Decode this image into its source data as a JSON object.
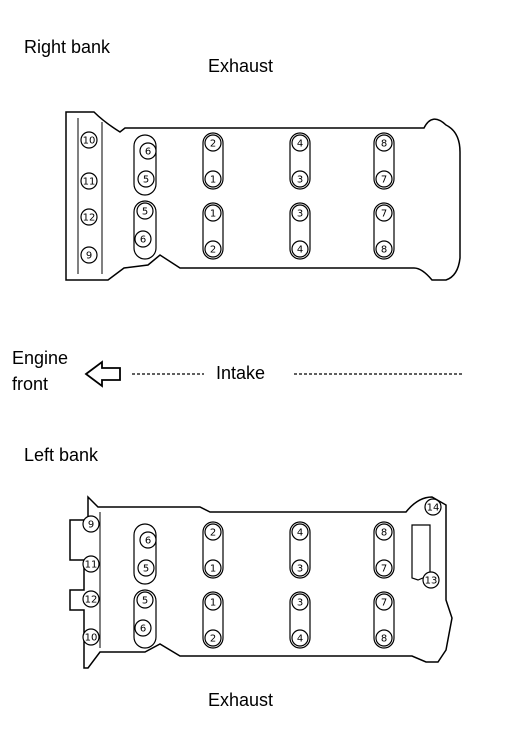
{
  "right_bank": {
    "label": "Right bank",
    "exhaust_label": "Exhaust",
    "outer_bolts": [
      "10",
      "11",
      "12",
      "9"
    ],
    "col1_top": [
      "6",
      "5"
    ],
    "col1_bottom": [
      "5",
      "6"
    ],
    "slot_pairs_top": [
      [
        "2",
        "1"
      ],
      [
        "4",
        "3"
      ],
      [
        "8",
        "7"
      ]
    ],
    "slot_pairs_bottom": [
      [
        "1",
        "2"
      ],
      [
        "3",
        "4"
      ],
      [
        "7",
        "8"
      ]
    ]
  },
  "middle": {
    "engine_front_line1": "Engine",
    "engine_front_line2": "front",
    "intake_label": "Intake"
  },
  "left_bank": {
    "label": "Left bank",
    "exhaust_label": "Exhaust",
    "outer_bolts": [
      "9",
      "11",
      "12",
      "10"
    ],
    "col1_top": [
      "6",
      "5"
    ],
    "col1_bottom": [
      "5",
      "6"
    ],
    "slot_pairs_top": [
      [
        "2",
        "1"
      ],
      [
        "4",
        "3"
      ],
      [
        "8",
        "7"
      ]
    ],
    "slot_pairs_bottom": [
      [
        "1",
        "2"
      ],
      [
        "3",
        "4"
      ],
      [
        "7",
        "8"
      ]
    ],
    "rear_bolts": [
      "14",
      "13"
    ]
  }
}
